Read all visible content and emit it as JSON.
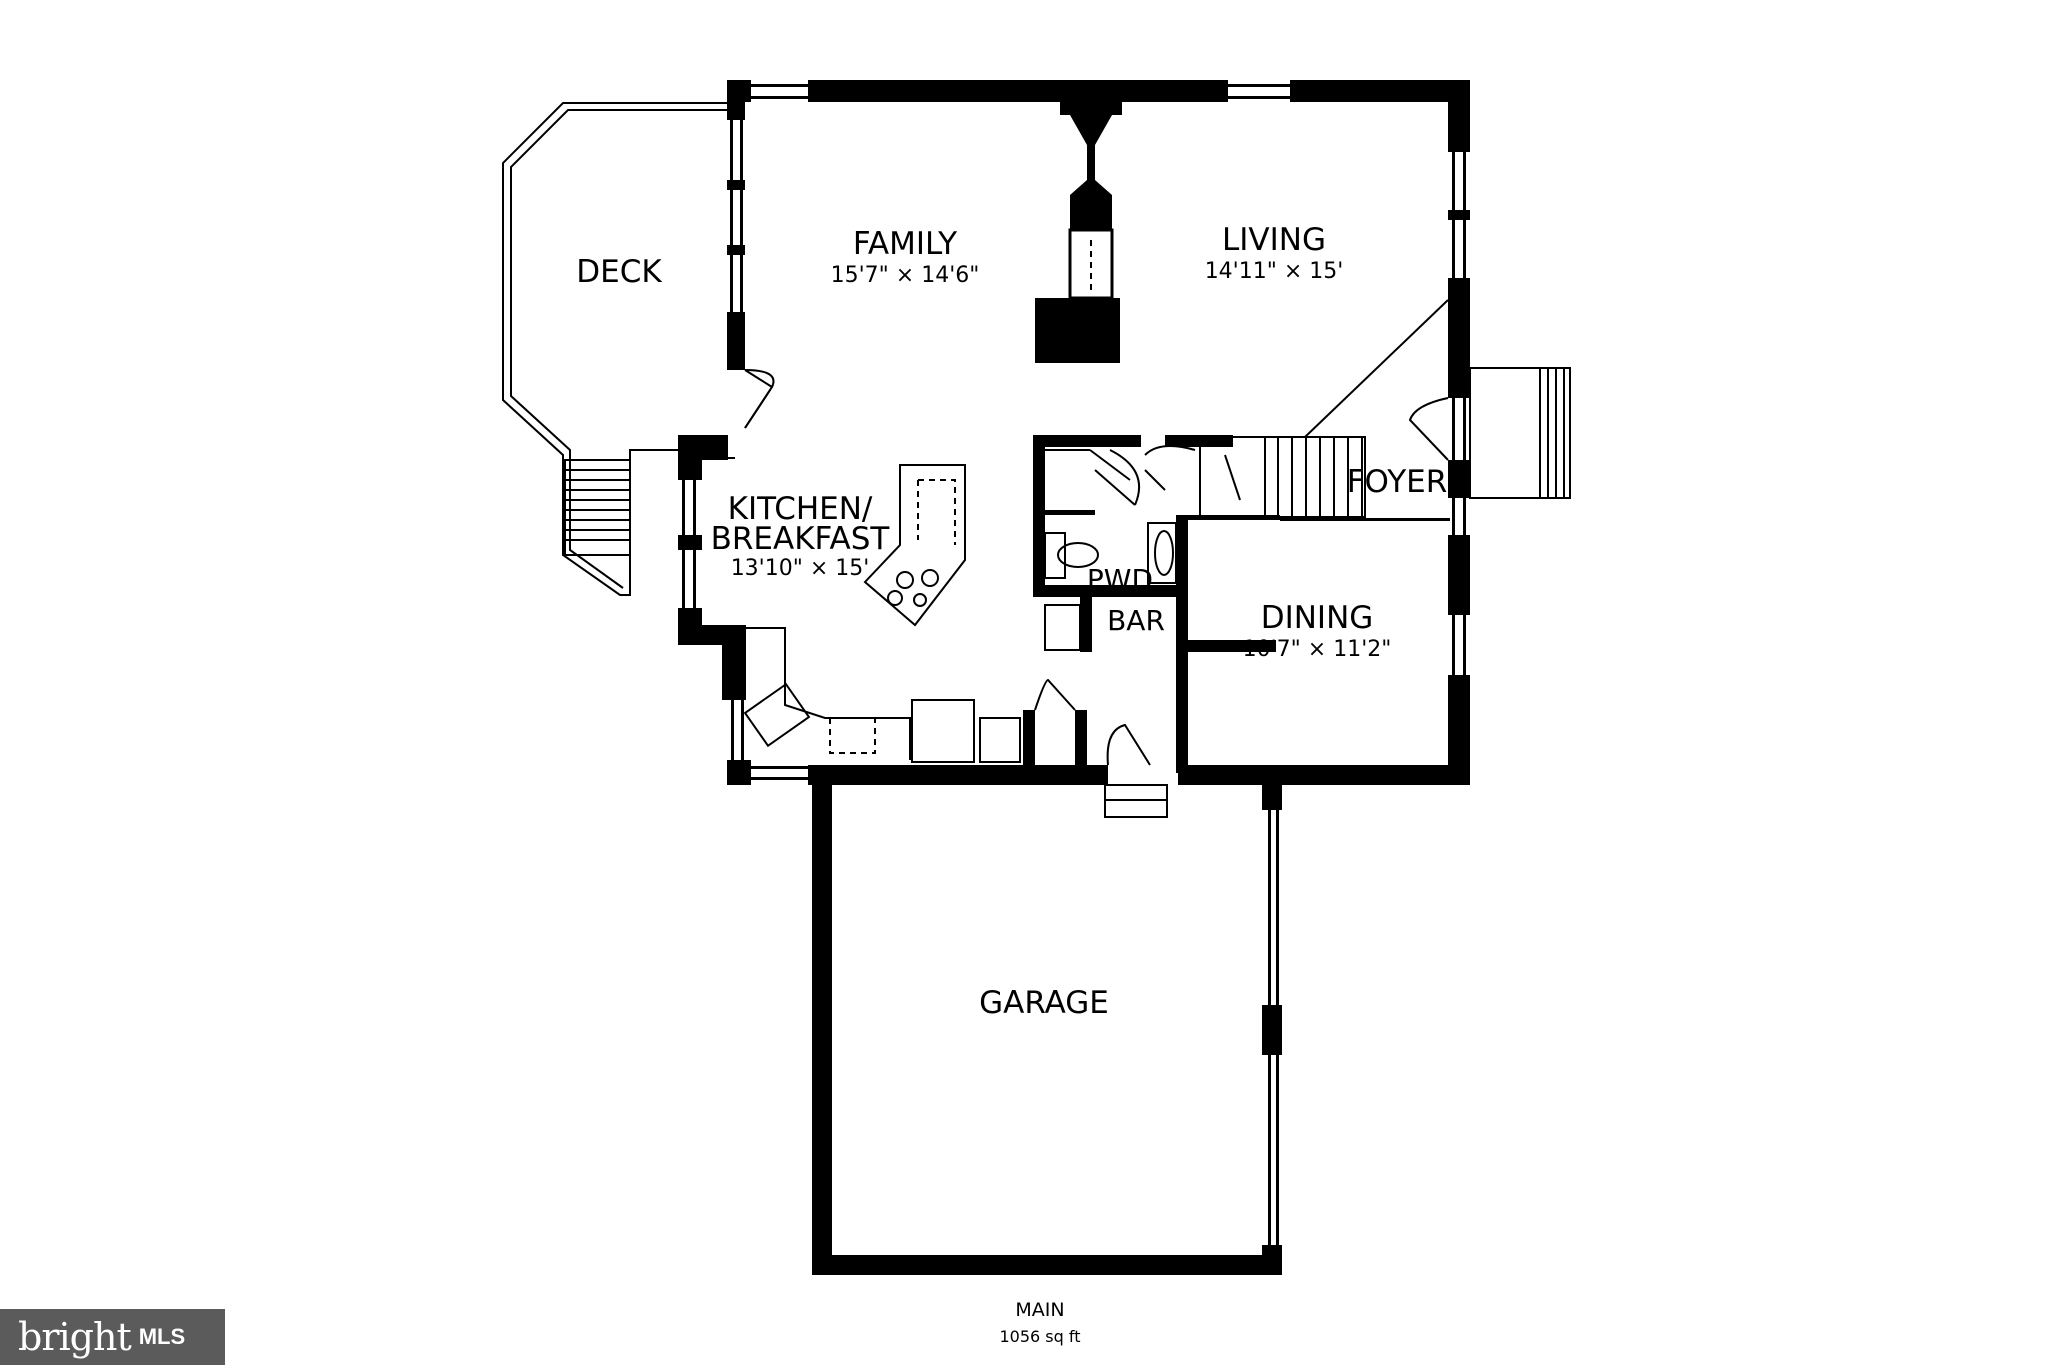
{
  "plan": {
    "floor_name": "MAIN",
    "floor_area": "1056 sq ft",
    "rooms": {
      "deck": {
        "name": "DECK"
      },
      "family": {
        "name": "FAMILY",
        "dims": "15'7\" × 14'6\""
      },
      "living": {
        "name": "LIVING",
        "dims": "14'11\" × 15'"
      },
      "kitchen": {
        "name_line1": "KITCHEN/",
        "name_line2": "BREAKFAST",
        "dims": "13'10\" × 15'"
      },
      "foyer": {
        "name": "FOYER"
      },
      "pwd": {
        "name": "PWD"
      },
      "bar": {
        "name": "BAR"
      },
      "dining": {
        "name": "DINING",
        "dims": "10'7\" × 11'2\""
      },
      "garage": {
        "name": "GARAGE"
      }
    }
  },
  "logo": {
    "word": "bright",
    "suffix": "MLS"
  }
}
